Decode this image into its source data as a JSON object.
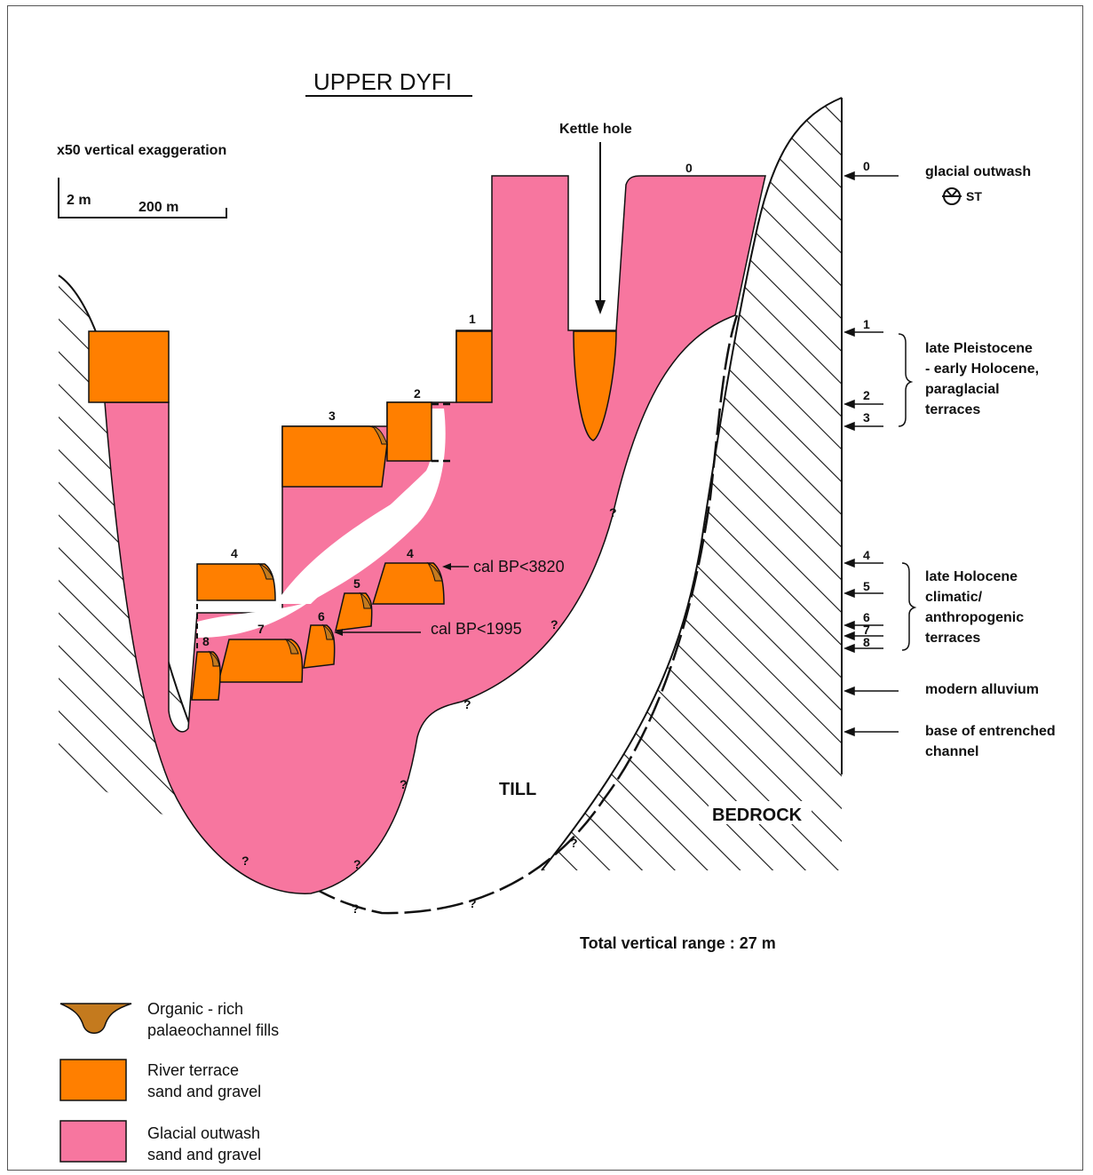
{
  "title": "UPPER DYFI",
  "scale": {
    "exaggeration": "x50 vertical exaggeration",
    "vertical": "2 m",
    "horizontal": "200 m"
  },
  "labels": {
    "kettle_hole": "Kettle hole",
    "till": "TILL",
    "bedrock": "BEDROCK",
    "date_a": "cal BP<3820",
    "date_b": "cal BP<1995",
    "total_range": "Total vertical range : 27 m",
    "question": "?"
  },
  "terrace_numbers": [
    "0",
    "1",
    "2",
    "3",
    "4",
    "4",
    "5",
    "6",
    "7",
    "8"
  ],
  "right_scale": {
    "ticks": [
      "0",
      "1",
      "2",
      "3",
      "4",
      "5",
      "6",
      "7",
      "8"
    ],
    "groups": {
      "glacial_outwash": "glacial outwash",
      "st_symbol": "ST",
      "pleistocene": [
        "late Pleistocene",
        "- early Holocene,",
        "paraglacial",
        "terraces"
      ],
      "holocene": [
        "late Holocene",
        "climatic/",
        "anthropogenic",
        "terraces"
      ],
      "modern_alluvium": "modern alluvium",
      "base_channel": [
        "base of entrenched",
        "channel"
      ]
    }
  },
  "legend": [
    {
      "symbol": "organic-fill",
      "lines": [
        "Organic - rich",
        "palaeochannel fills"
      ],
      "color": "#c47a1e"
    },
    {
      "symbol": "terrace",
      "lines": [
        "River terrace",
        "sand and gravel"
      ],
      "color": "#ff7f00"
    },
    {
      "symbol": "outwash",
      "lines": [
        "Glacial outwash",
        "sand and gravel"
      ],
      "color": "#f7769f"
    }
  ],
  "colors": {
    "outwash": "#f7769f",
    "terrace": "#ff7f00",
    "organic": "#c47a1e",
    "line": "#111111"
  }
}
